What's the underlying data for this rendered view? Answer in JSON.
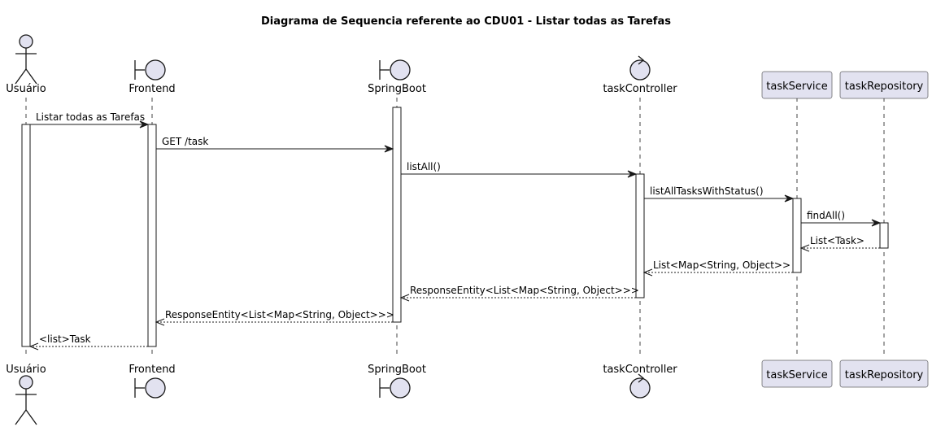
{
  "diagram": {
    "title": "Diagrama de Sequencia referente ao CDU01 - Listar todas as Tarefas",
    "participants": [
      {
        "id": "usuario",
        "label": "Usuário",
        "kind": "actor"
      },
      {
        "id": "frontend",
        "label": "Frontend",
        "kind": "boundary"
      },
      {
        "id": "springboot",
        "label": "SpringBoot",
        "kind": "boundary"
      },
      {
        "id": "taskcontroller",
        "label": "taskController",
        "kind": "control"
      },
      {
        "id": "taskservice",
        "label": "taskService",
        "kind": "participant"
      },
      {
        "id": "taskrepository",
        "label": "taskRepository",
        "kind": "participant"
      }
    ],
    "messages": [
      {
        "from": "usuario",
        "to": "frontend",
        "label": "Listar todas as Tarefas",
        "style": "sync"
      },
      {
        "from": "frontend",
        "to": "springboot",
        "label": "GET /task",
        "style": "sync"
      },
      {
        "from": "springboot",
        "to": "taskcontroller",
        "label": "listAll()",
        "style": "sync"
      },
      {
        "from": "taskcontroller",
        "to": "taskservice",
        "label": "listAllTasksWithStatus()",
        "style": "sync"
      },
      {
        "from": "taskservice",
        "to": "taskrepository",
        "label": "findAll()",
        "style": "sync"
      },
      {
        "from": "taskrepository",
        "to": "taskservice",
        "label": "List<Task>",
        "style": "return"
      },
      {
        "from": "taskservice",
        "to": "taskcontroller",
        "label": "List<Map<String, Object>>",
        "style": "return"
      },
      {
        "from": "taskcontroller",
        "to": "springboot",
        "label": "ResponseEntity<List<Map<String, Object>>>",
        "style": "return"
      },
      {
        "from": "springboot",
        "to": "frontend",
        "label": "ResponseEntity<List<Map<String, Object>>>",
        "style": "return"
      },
      {
        "from": "frontend",
        "to": "usuario",
        "label": "<list>Task",
        "style": "return"
      }
    ],
    "colors": {
      "participant_fill": "#e2e2f0",
      "participant_stroke": "#181818",
      "lifeline": "#181818",
      "activation_fill": "#ffffff"
    }
  }
}
